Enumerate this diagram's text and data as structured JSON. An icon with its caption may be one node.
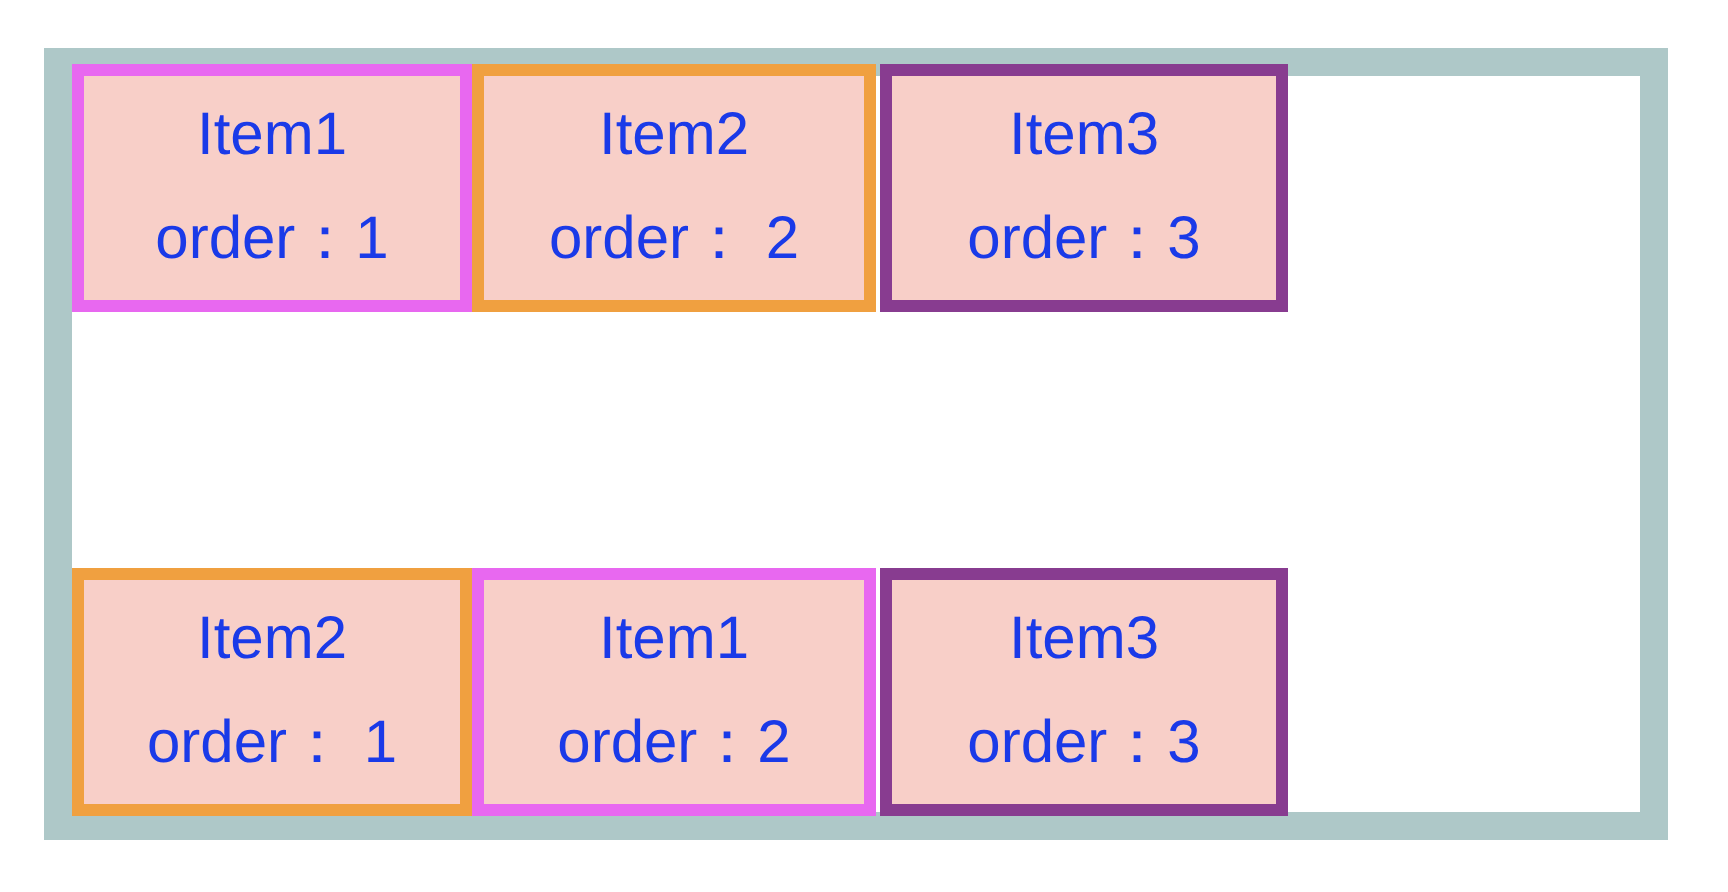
{
  "diagram": {
    "nodes": [
      {
        "text": [],
        "shape": "box"
      },
      {
        "text": [
          "Item1",
          "order：1"
        ],
        "in": 0
      },
      {
        "text": [
          "Item2",
          "order： 2"
        ],
        "in": 0
      },
      {
        "text": [
          "Item3",
          "order：3"
        ],
        "in": 0
      },
      {
        "text": [
          "Item2",
          "order： 1"
        ],
        "in": 0
      },
      {
        "text": [
          "Item1",
          "order：2"
        ],
        "in": 0
      },
      {
        "text": [
          "Item3",
          "order：3"
        ],
        "in": 0
      }
    ],
    "edges": []
  }
}
